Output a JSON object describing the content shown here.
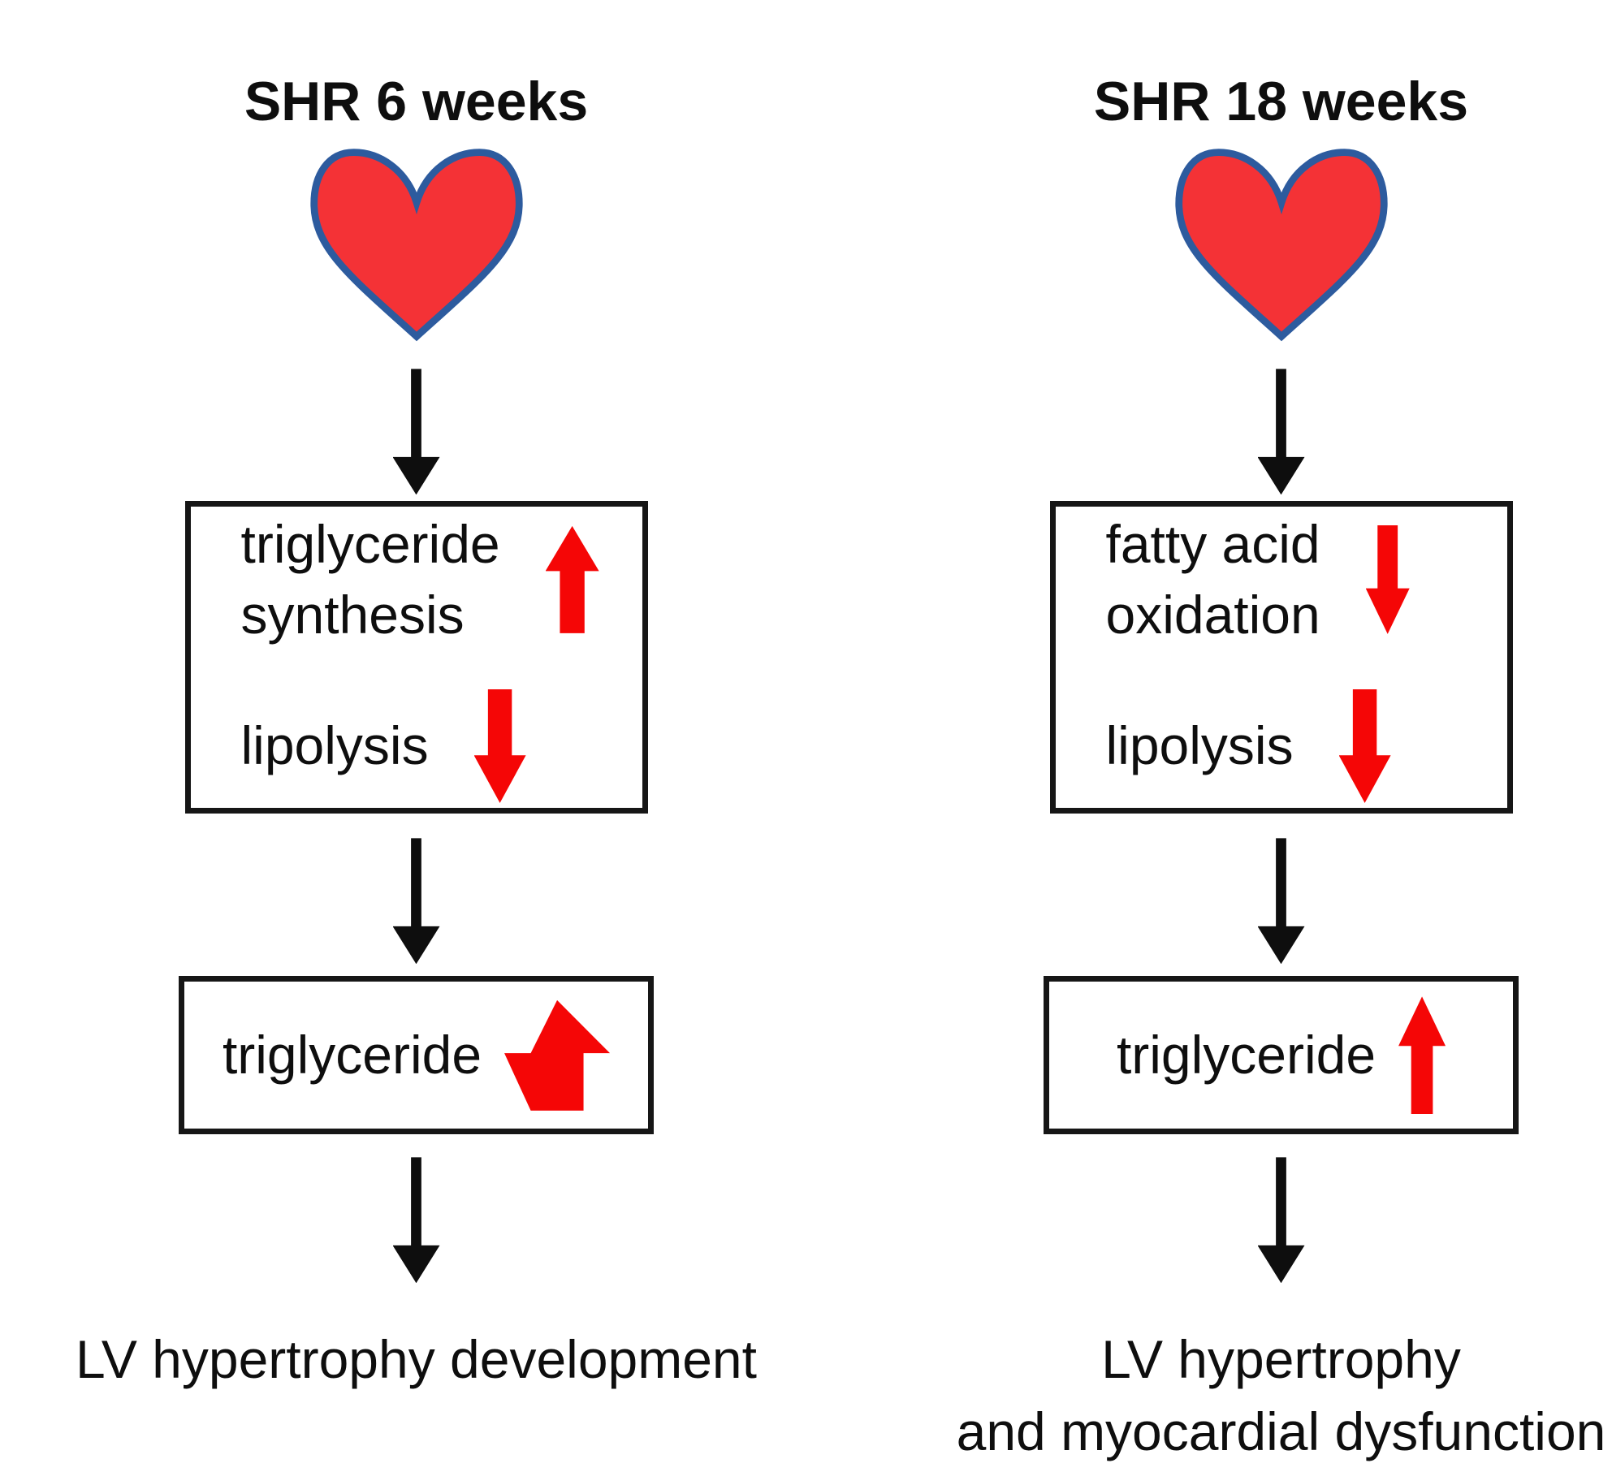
{
  "figure": {
    "columns": [
      {
        "title": "SHR 6 weeks",
        "box1_rows": [
          {
            "label": "triglyceride\nsynthesis",
            "arrow": "up"
          },
          {
            "label": "lipolysis",
            "arrow": "down"
          }
        ],
        "box2": {
          "label": "triglyceride",
          "arrow": "up"
        },
        "outcome": "LV hypertrophy development"
      },
      {
        "title": "SHR 18 weeks",
        "box1_rows": [
          {
            "label": "fatty acid\noxidation",
            "arrow": "down"
          },
          {
            "label": "lipolysis",
            "arrow": "down"
          }
        ],
        "box2": {
          "label": "triglyceride",
          "arrow": "up"
        },
        "outcome": "LV hypertrophy\nand myocardial dysfunction"
      }
    ],
    "colors": {
      "arrow_red": "#f50606",
      "heart_fill": "#f43236",
      "heart_outline": "#2d5b9e",
      "ink": "#0e0e0e",
      "background": "#ffffff"
    }
  }
}
